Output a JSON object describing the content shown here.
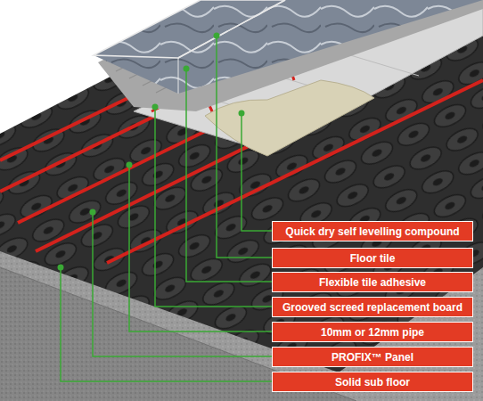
{
  "diagram": {
    "nodes": [
      {
        "text": [
          "Quick dry self levelling compound"
        ]
      },
      {
        "text": [
          "Floor tile"
        ]
      },
      {
        "text": [
          "Flexible tile adhesive"
        ]
      },
      {
        "text": [
          "Grooved screed replacement board"
        ]
      },
      {
        "text": [
          "10mm or 12mm pipe"
        ]
      },
      {
        "text": [
          "PROFIX™ Panel"
        ]
      },
      {
        "text": [
          "Solid sub floor"
        ]
      }
    ]
  }
}
